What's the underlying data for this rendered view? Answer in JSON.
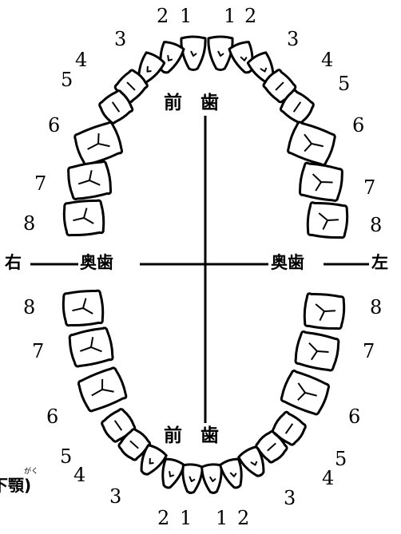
{
  "upper_label": "前　歯",
  "lower_label": "前　歯",
  "side_right": "右",
  "side_left": "左",
  "molar_right": "奥歯",
  "molar_left": "奥歯",
  "jaw_label": "下顎)",
  "jaw_ruby": "がく",
  "upper_numbers_right": [
    "1",
    "2",
    "3",
    "4",
    "5",
    "6",
    "7",
    "8"
  ],
  "upper_numbers_left": [
    "1",
    "2",
    "3",
    "4",
    "5",
    "6",
    "7",
    "8"
  ],
  "lower_numbers_right": [
    "1",
    "2",
    "3",
    "4",
    "5",
    "6",
    "7",
    "8"
  ],
  "lower_numbers_left": [
    "1",
    "2",
    "3",
    "4",
    "5",
    "6",
    "7",
    "8"
  ],
  "colors": {
    "ink": "#000000",
    "paper": "#ffffff"
  }
}
